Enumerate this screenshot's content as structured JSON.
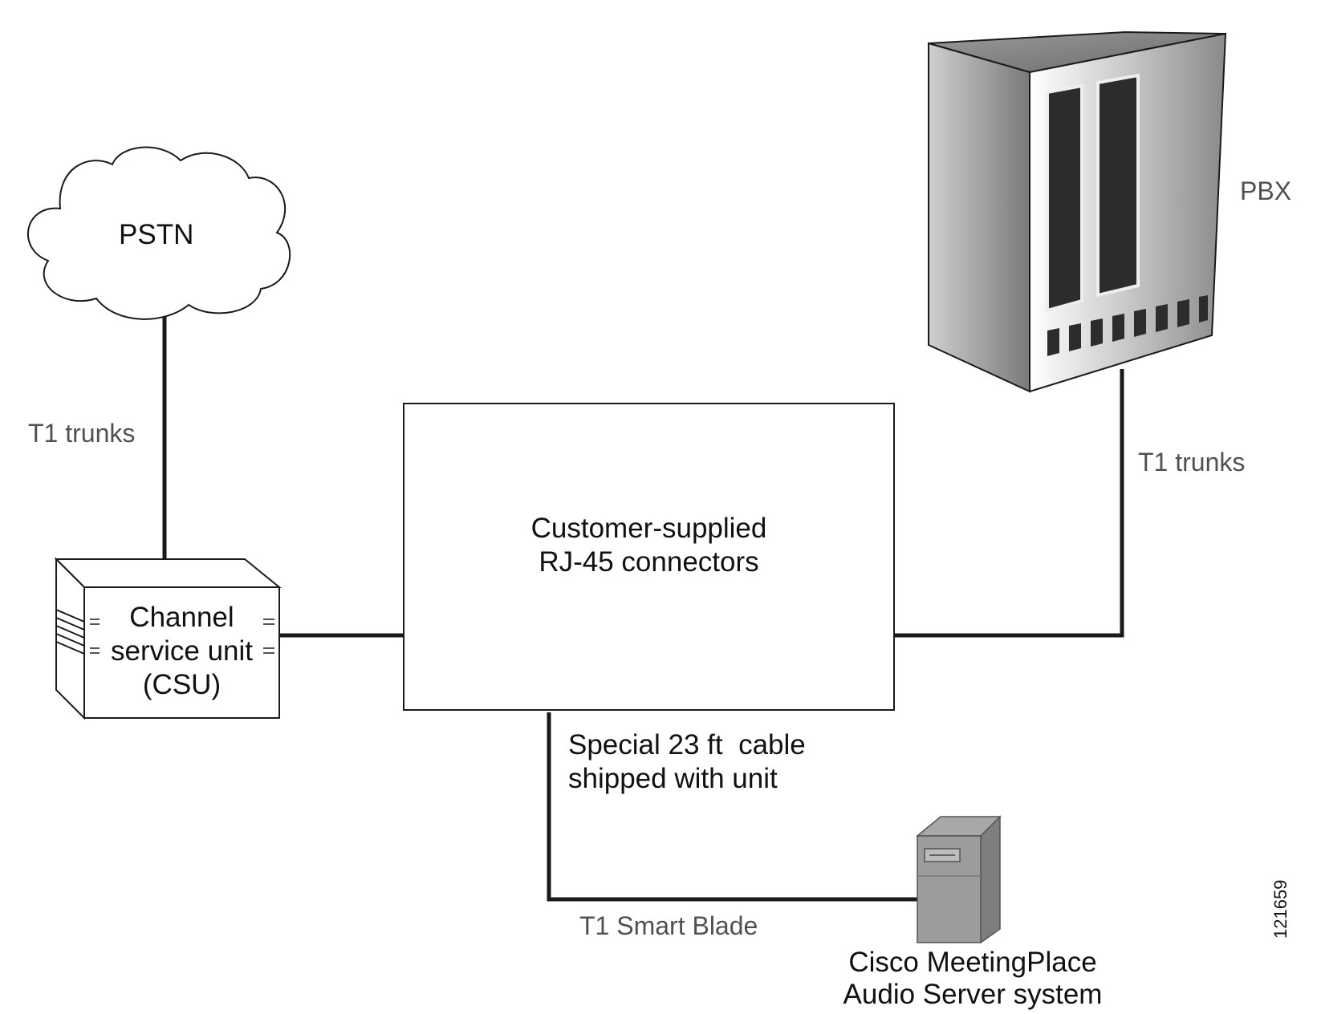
{
  "pstn": {
    "label": "PSTN"
  },
  "pstn_link": {
    "label": "T1 trunks"
  },
  "csu": {
    "line1": "Channel",
    "line2": "service unit",
    "line3": "(CSU)"
  },
  "connectors": {
    "line1": "Customer-supplied",
    "line2": "RJ-45 connectors"
  },
  "pbx": {
    "label": "PBX"
  },
  "pbx_link": {
    "label": "T1 trunks"
  },
  "cable": {
    "line1": "Special 23 ft  cable",
    "line2": "shipped with unit"
  },
  "blade": {
    "label": "T1 Smart Blade"
  },
  "server": {
    "line1": "Cisco MeetingPlace",
    "line2": "Audio Server system"
  },
  "figure_id": "121659",
  "colors": {
    "line": "#1a1a1a",
    "label_gray": "#505050",
    "text": "#111111"
  }
}
